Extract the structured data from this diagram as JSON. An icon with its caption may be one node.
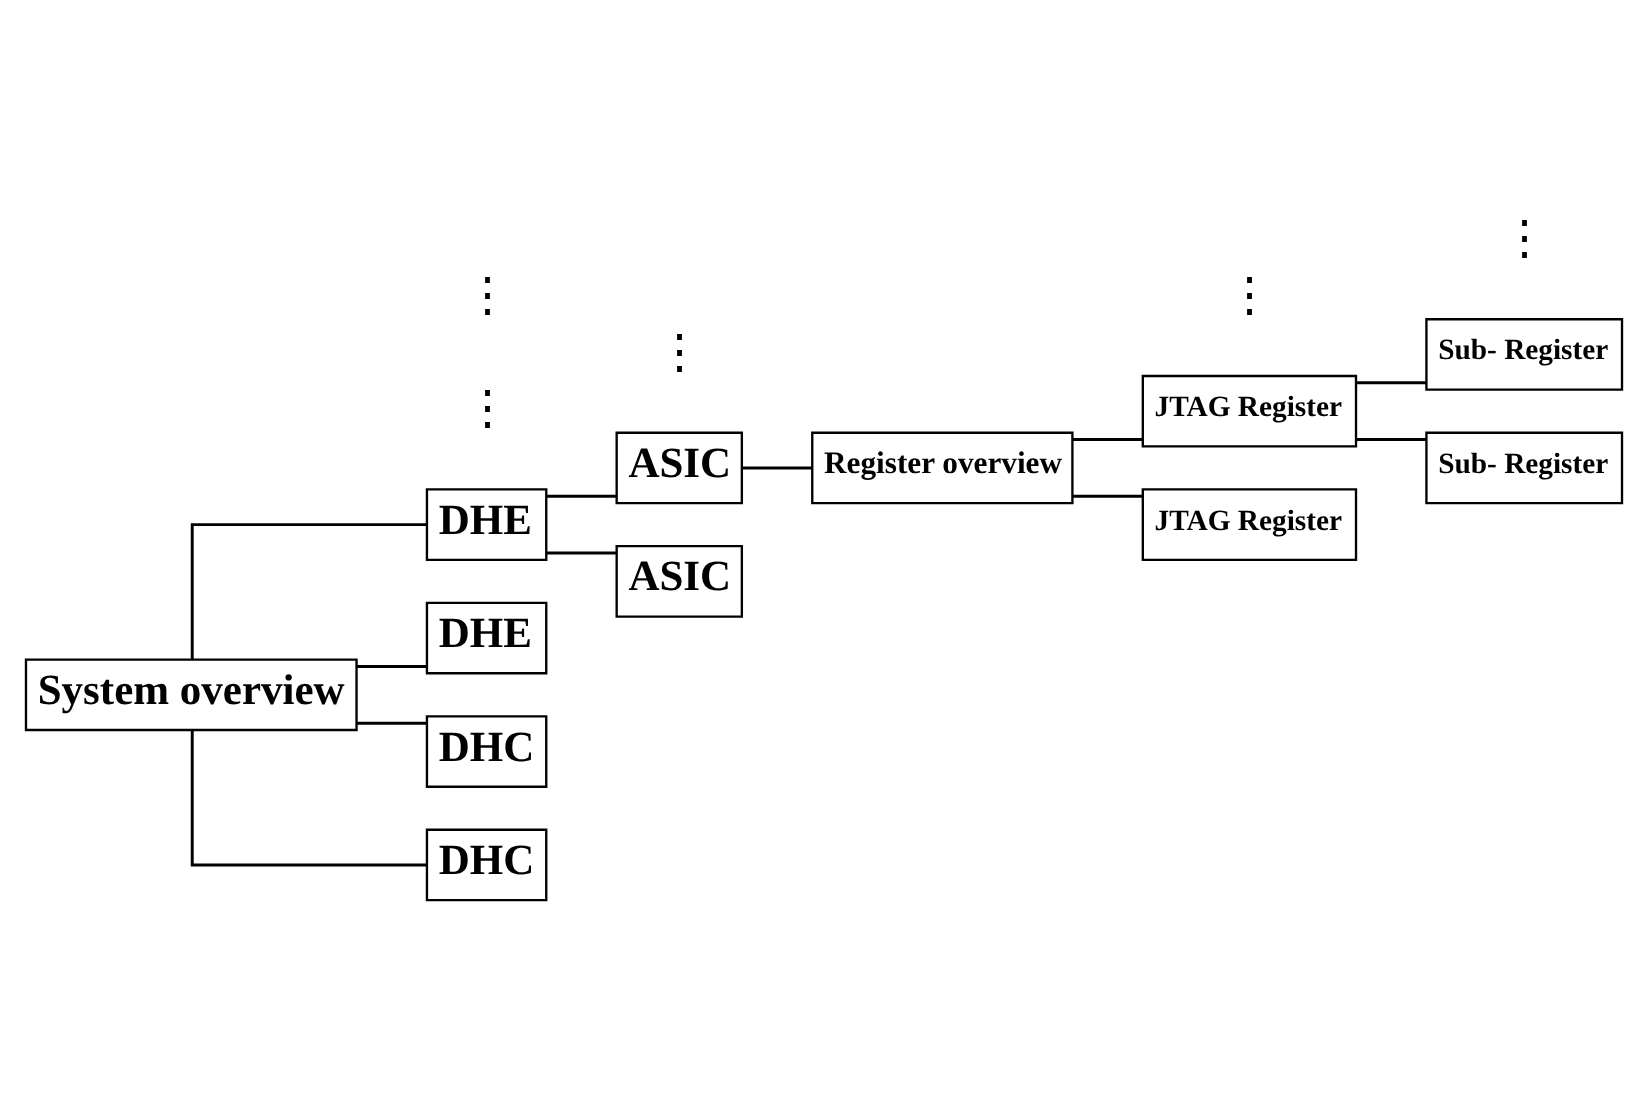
{
  "diagram": {
    "nodes": [
      {
        "text": [
          "System overview"
        ]
      },
      {
        "text": [
          "DHE"
        ]
      },
      {
        "text": [
          "DHE"
        ]
      },
      {
        "text": [
          "DHC"
        ]
      },
      {
        "text": [
          "DHC"
        ]
      },
      {
        "text": [
          "ASIC"
        ]
      },
      {
        "text": [
          "ASIC"
        ]
      },
      {
        "text": [
          "Register overview"
        ]
      },
      {
        "text": [
          "JTAG Register"
        ]
      },
      {
        "text": [
          "JTAG Register"
        ]
      },
      {
        "text": [
          "Sub- Register"
        ]
      },
      {
        "text": [
          "Sub- Register"
        ]
      }
    ],
    "edges": [
      {
        "from": 0,
        "to": 1,
        "arrow": "none"
      },
      {
        "from": 0,
        "to": 2,
        "arrow": "none"
      },
      {
        "from": 0,
        "to": 3,
        "arrow": "none"
      },
      {
        "from": 0,
        "to": 4,
        "arrow": "none"
      },
      {
        "from": 1,
        "to": 5,
        "arrow": "none"
      },
      {
        "from": 1,
        "to": 6,
        "arrow": "none"
      },
      {
        "from": 5,
        "to": 7,
        "arrow": "none"
      },
      {
        "from": 7,
        "to": 8,
        "arrow": "none"
      },
      {
        "from": 7,
        "to": 9,
        "arrow": "none"
      },
      {
        "from": 8,
        "to": 10,
        "arrow": "none"
      },
      {
        "from": 8,
        "to": 11,
        "arrow": "none"
      }
    ],
    "labels": [
      "⋮",
      "⋮",
      "⋮",
      "⋮",
      "⋮"
    ]
  }
}
